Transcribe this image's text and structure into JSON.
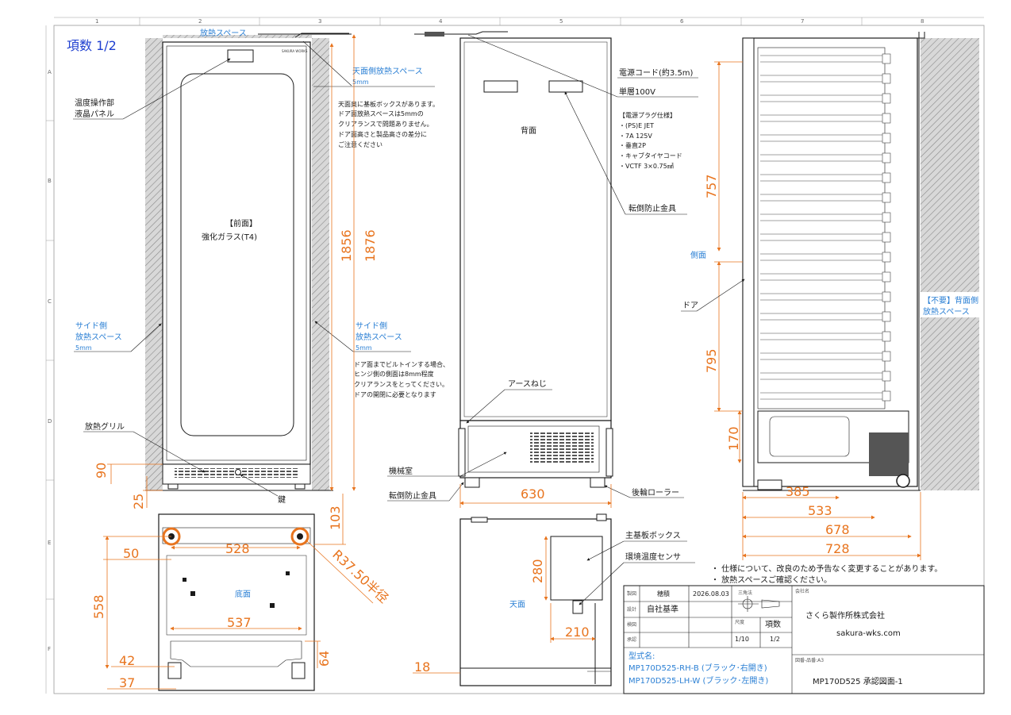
{
  "grid": {
    "cols": [
      "1",
      "2",
      "3",
      "4",
      "5",
      "6",
      "7",
      "8"
    ],
    "rows": [
      "A",
      "B",
      "C",
      "D",
      "E",
      "F"
    ]
  },
  "header": {
    "title": "項数 1/2"
  },
  "front_view": {
    "label_top_space": "放熱スペース",
    "top_space_label": "天面側放熱スペース",
    "top_space_value": "5mm",
    "note_top": [
      "天面奥に基板ボックスがあります。",
      "ドア面放熱スペースは5mmの",
      "クリアランスで問題ありません。",
      "ドア面高さと製品高さの差分に",
      "ご注意ください"
    ],
    "control_label": [
      "温度操作部",
      "液晶パネル"
    ],
    "face_title": "【前面】",
    "face_sub": "強化ガラス(T4)",
    "side_space_left": [
      "サイド側",
      "放熱スペース",
      "5mm"
    ],
    "side_space_right": [
      "サイド側",
      "放熱スペース",
      "5mm"
    ],
    "note_right": [
      "ドア面までビルトインする場合、",
      "ヒンジ側の側面は8mm程度",
      "クリアランスをとってください。",
      "ドアの開閉に必要となります"
    ],
    "grill_label": "放熱グリル",
    "key_label": "鍵",
    "logo": "SAKURA WORKS",
    "dim_1856": "1856",
    "dim_1876": "1876",
    "dim_90": "90",
    "dim_25": "25"
  },
  "back_view": {
    "title": "背面",
    "cord": "電源コード(約3.5m)",
    "phase": "単層100V",
    "plug_title": "【電源プラグ仕様】",
    "plug_items": [
      "・(PS)E JET",
      "・7A 125V",
      "・垂直2P",
      "・キャブタイヤコード",
      "・VCTF 3×0.75㎟"
    ],
    "anti_tip_top": "転倒防止金具",
    "earth_screw": "アースねじ",
    "machine_room": "機械室",
    "anti_tip_bottom": "転倒防止金具",
    "rear_roller": "後輪ローラー",
    "dim_630": "630"
  },
  "side_view": {
    "title": "側面",
    "door": "ドア",
    "rear_space": [
      "【不要】背面側",
      "放熱スペース"
    ],
    "dim_757": "757",
    "dim_795": "795",
    "dim_170": "170",
    "dim_385": "385",
    "dim_533": "533",
    "dim_678": "678",
    "dim_728": "728"
  },
  "bottom_view": {
    "title": "底面",
    "dim_103": "103",
    "dim_50": "50",
    "dim_528": "528",
    "dim_r": "R37.50半径",
    "dim_558": "558",
    "dim_537": "537",
    "dim_42": "42",
    "dim_64": "64",
    "dim_37": "37"
  },
  "top_view": {
    "title": "天面",
    "board_box": "主基板ボックス",
    "sensor": "環境温度センサ",
    "dim_280": "280",
    "dim_210": "210",
    "dim_18": "18"
  },
  "notes": [
    "・ 仕様について、改良のため予告なく変更することがあります。",
    "・ 放熱スペースご確認ください。"
  ],
  "title_block": {
    "c1": "製図",
    "c2": "設計",
    "c3": "検図",
    "c4": "承認",
    "drafter": "穂積",
    "date": "2026.08.03",
    "standard": "自社基準",
    "projection": "三角法",
    "scale_label": "尺度",
    "scale": "1/10",
    "page_label": "項数",
    "page": "1/2",
    "company_label": "会社名",
    "company": "さくら製作所株式会社",
    "url": "sakura-wks.com",
    "model_label": "型式名:",
    "models": [
      "MP170D525-RH-B (ブラック･右開き)",
      "MP170D525-LH-W (ブラック･左開き)"
    ],
    "drawing_no_label": "図番-品番:A3",
    "drawing_no": "MP170D525 承認図面-1"
  }
}
